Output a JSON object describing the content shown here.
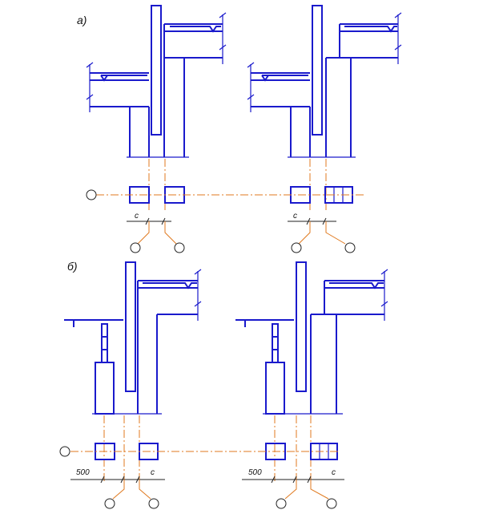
{
  "labels": {
    "part_a": "а)",
    "part_b": "б)",
    "dim_c": "c",
    "dim_500": "500"
  },
  "colors": {
    "outline": "#1a1acc",
    "axis": "#e07a1f",
    "dimension": "#222222"
  }
}
